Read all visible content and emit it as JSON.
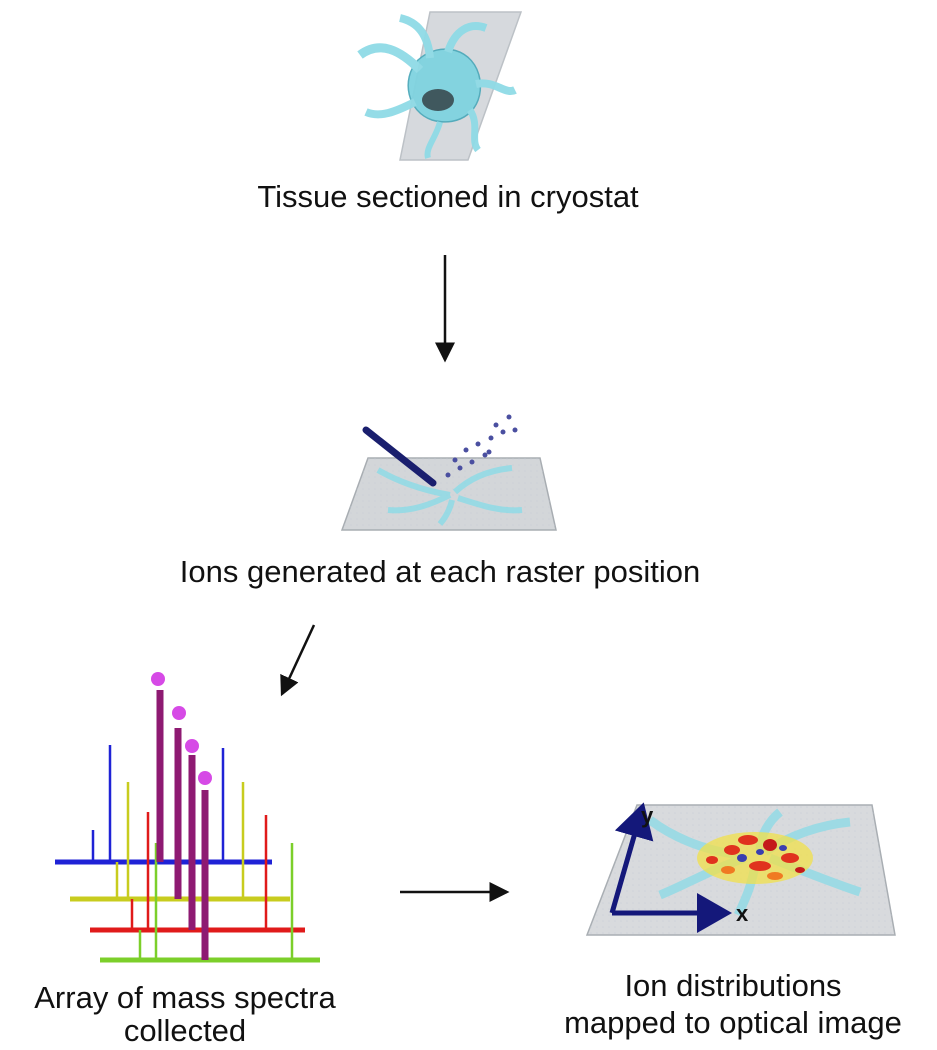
{
  "steps": {
    "section": {
      "label": "Tissue sectioned in cryostat"
    },
    "ionize": {
      "label": "Ions generated at each raster position"
    },
    "spectra": {
      "label_line1": "Array of mass spectra",
      "label_line2": "collected"
    },
    "mapping": {
      "label_line1": "Ion distributions",
      "label_line2": "mapped to optical image",
      "axis_y": "y",
      "axis_x": "x"
    }
  },
  "colors": {
    "tissue": "#7fd3e0",
    "laser": "#1a1f6e",
    "ions": "#4a4fa0",
    "spectrum_blue": "#1f22d6",
    "spectrum_yellow": "#c8cc1e",
    "spectrum_red": "#e01a1a",
    "spectrum_green": "#7ccf2a",
    "peak_purple": "#8e1a72",
    "ion_magenta": "#d64ae6",
    "axis": "#14187a"
  }
}
